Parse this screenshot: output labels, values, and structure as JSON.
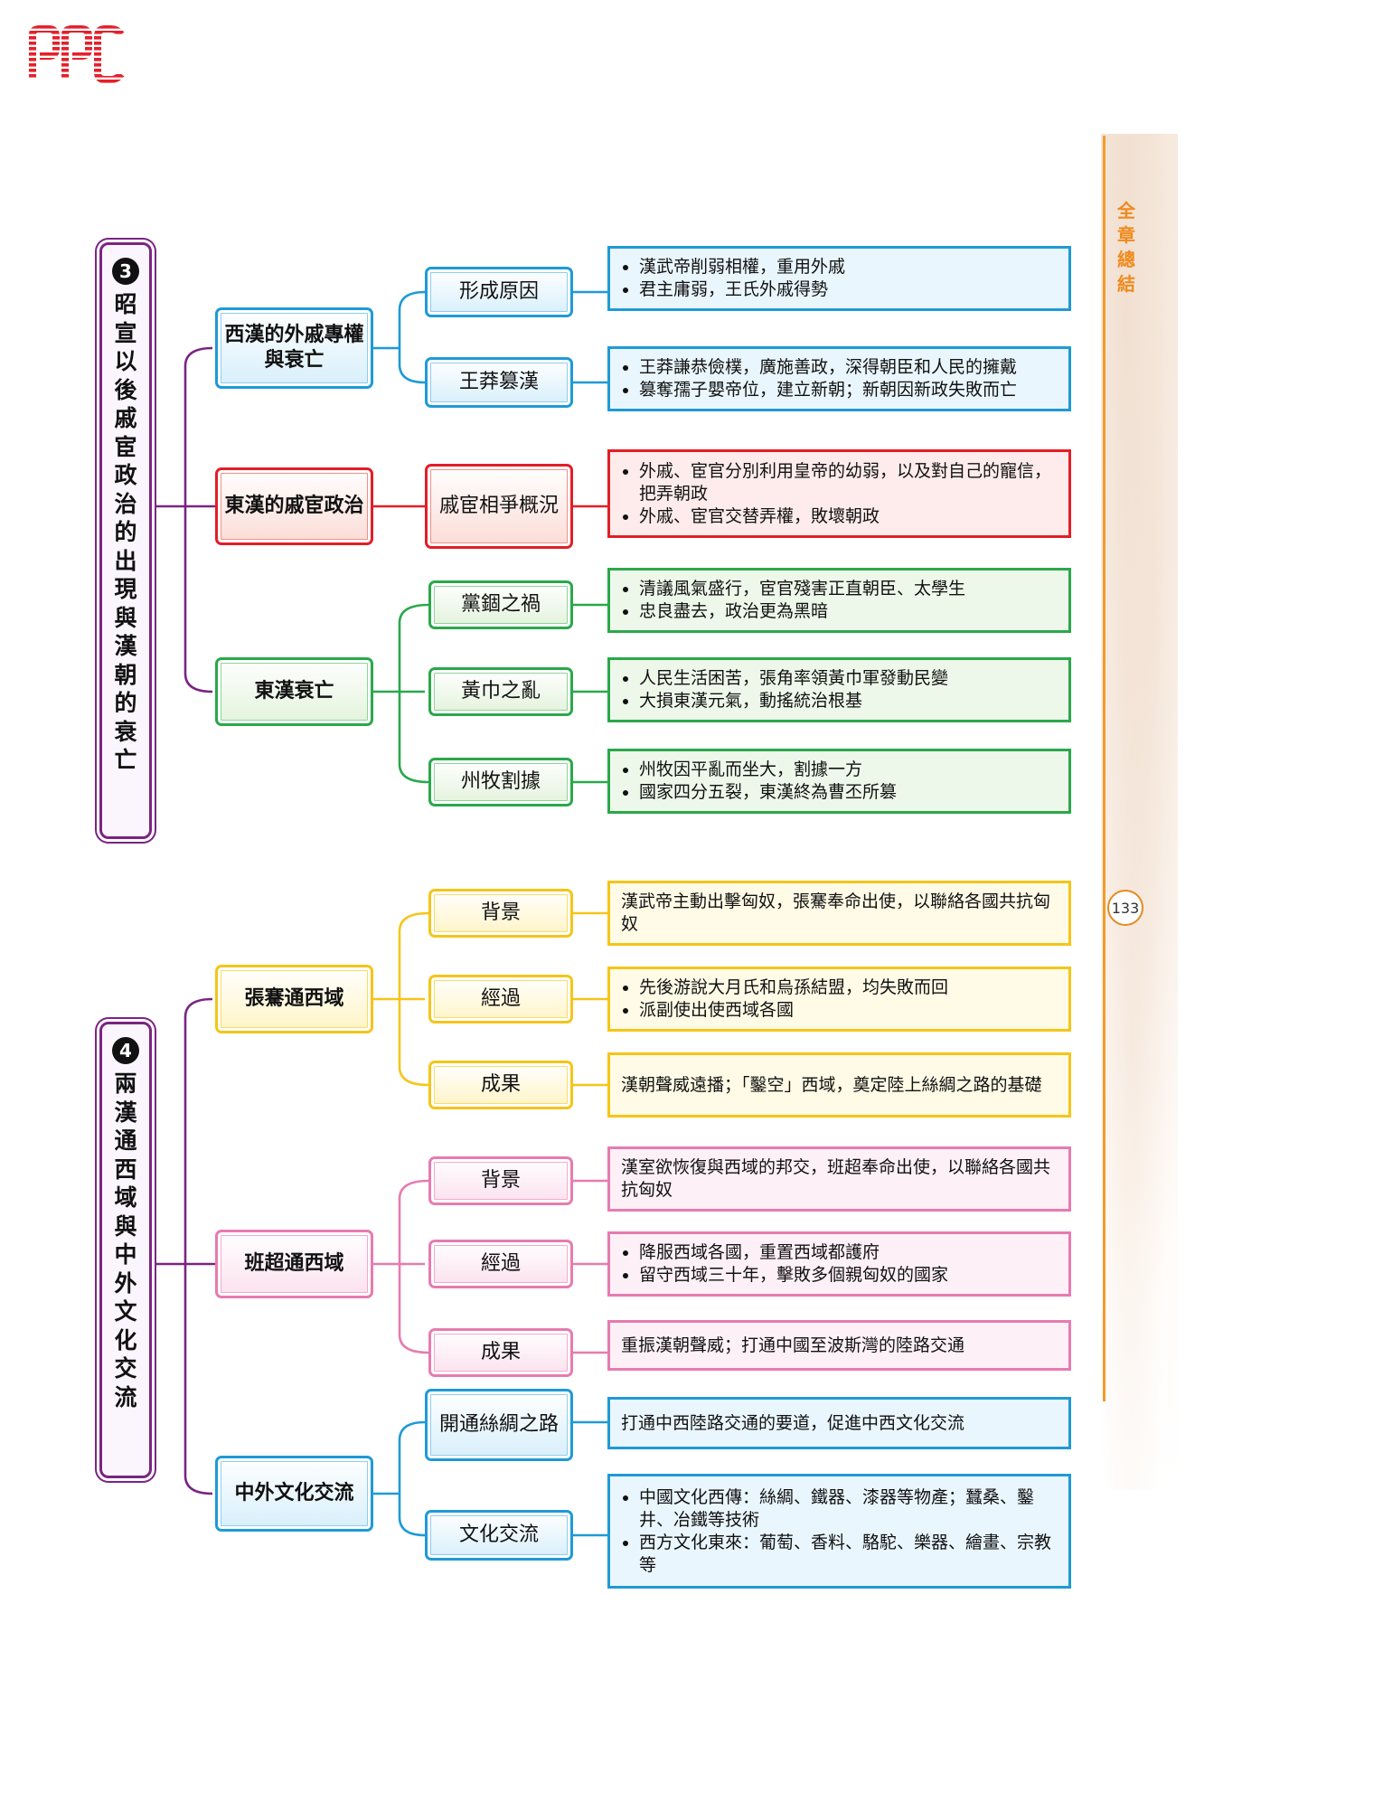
{
  "header": {
    "logo_text": "PPC"
  },
  "side": {
    "chapter_chars": [
      "全",
      "章",
      "總",
      "結"
    ],
    "page_number": "133"
  },
  "section3": {
    "number": "3",
    "title_chars": [
      "昭",
      "宣",
      "以",
      "後",
      "戚",
      "宦",
      "政",
      "治",
      "的",
      "出",
      "現",
      "與",
      "漢",
      "朝",
      "的",
      "衰",
      "亡"
    ],
    "topics": [
      {
        "label": "西漢的外戚專權與衰亡",
        "subs": [
          {
            "label": "形成原因",
            "points": [
              "漢武帝削弱相權，重用外戚",
              "君主庸弱，王氏外戚得勢"
            ]
          },
          {
            "label": "王莽篡漢",
            "points": [
              "王莽謙恭儉樸，廣施善政，深得朝臣和人民的擁戴",
              "篡奪孺子嬰帝位，建立新朝；新朝因新政失敗而亡"
            ]
          }
        ]
      },
      {
        "label": "東漢的戚宦政治",
        "subs": [
          {
            "label": "戚宦相爭概況",
            "points": [
              "外戚、宦官分別利用皇帝的幼弱，以及對自己的寵信，把弄朝政",
              "外戚、宦官交替弄權，敗壞朝政"
            ]
          }
        ]
      },
      {
        "label": "東漢衰亡",
        "subs": [
          {
            "label": "黨錮之禍",
            "points": [
              "清議風氣盛行，宦官殘害正直朝臣、太學生",
              "忠良盡去，政治更為黑暗"
            ]
          },
          {
            "label": "黃巾之亂",
            "points": [
              "人民生活困苦，張角率領黃巾軍發動民變",
              "大損東漢元氣，動搖統治根基"
            ]
          },
          {
            "label": "州牧割據",
            "points": [
              "州牧因平亂而坐大，割據一方",
              "國家四分五裂，東漢終為曹丕所篡"
            ]
          }
        ]
      }
    ]
  },
  "section4": {
    "number": "4",
    "title_chars": [
      "兩",
      "漢",
      "通",
      "西",
      "域",
      "與",
      "中",
      "外",
      "文",
      "化",
      "交",
      "流"
    ],
    "topics": [
      {
        "label": "張騫通西域",
        "subs": [
          {
            "label": "背景",
            "text": "漢武帝主動出擊匈奴，張騫奉命出使，以聯絡各國共抗匈奴"
          },
          {
            "label": "經過",
            "points": [
              "先後游說大月氏和烏孫結盟，均失敗而回",
              "派副使出使西域各國"
            ]
          },
          {
            "label": "成果",
            "text": "漢朝聲威遠播；「鑿空」西域，奠定陸上絲綢之路的基礎"
          }
        ]
      },
      {
        "label": "班超通西域",
        "subs": [
          {
            "label": "背景",
            "text": "漢室欲恢復與西域的邦交，班超奉命出使，以聯絡各國共抗匈奴"
          },
          {
            "label": "經過",
            "points": [
              "降服西域各國，重置西域都護府",
              "留守西域三十年，擊敗多個親匈奴的國家"
            ]
          },
          {
            "label": "成果",
            "text": "重振漢朝聲威；打通中國至波斯灣的陸路交通"
          }
        ]
      },
      {
        "label": "中外文化交流",
        "subs": [
          {
            "label": "開通絲綢之路",
            "text": "打通中西陸路交通的要道，促進中西文化交流"
          },
          {
            "label": "文化交流",
            "points": [
              "中國文化西傳：絲綢、鐵器、漆器等物產；蠶桑、鑿井、冶鐵等技術",
              "西方文化東來：葡萄、香料、駱駝、樂器、繪畫、宗教等"
            ]
          }
        ]
      }
    ]
  },
  "colors": {
    "purple": "#7b2483",
    "blue": "#1f9ad6",
    "red": "#e21e27",
    "green": "#2aa84a",
    "yellow": "#f5c518",
    "pink": "#e77bb0",
    "orange": "#f39b2a"
  }
}
